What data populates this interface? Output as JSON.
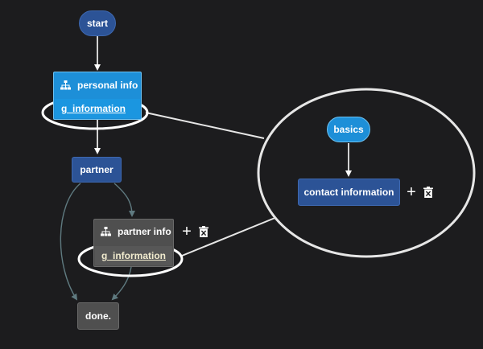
{
  "nodes": {
    "start": "start",
    "personal_info": "personal info",
    "personal_info_sub": "g_information",
    "partner": "partner",
    "partner_info": "partner info",
    "partner_info_sub": "g_information",
    "done": "done.",
    "basics": "basics",
    "contact_information": "contact information"
  },
  "icons": {
    "group": "sitemap-icon",
    "add": "plus-icon",
    "delete": "trash-icon"
  },
  "colors": {
    "background": "#1c1c1e",
    "node_dark_blue": "#2c5396",
    "node_light_blue": "#1d8fd8",
    "node_gray": "#4f4f4f",
    "edge_white": "#ffffff",
    "edge_gray": "#5f7a80",
    "callout": "#e6e6e6"
  }
}
